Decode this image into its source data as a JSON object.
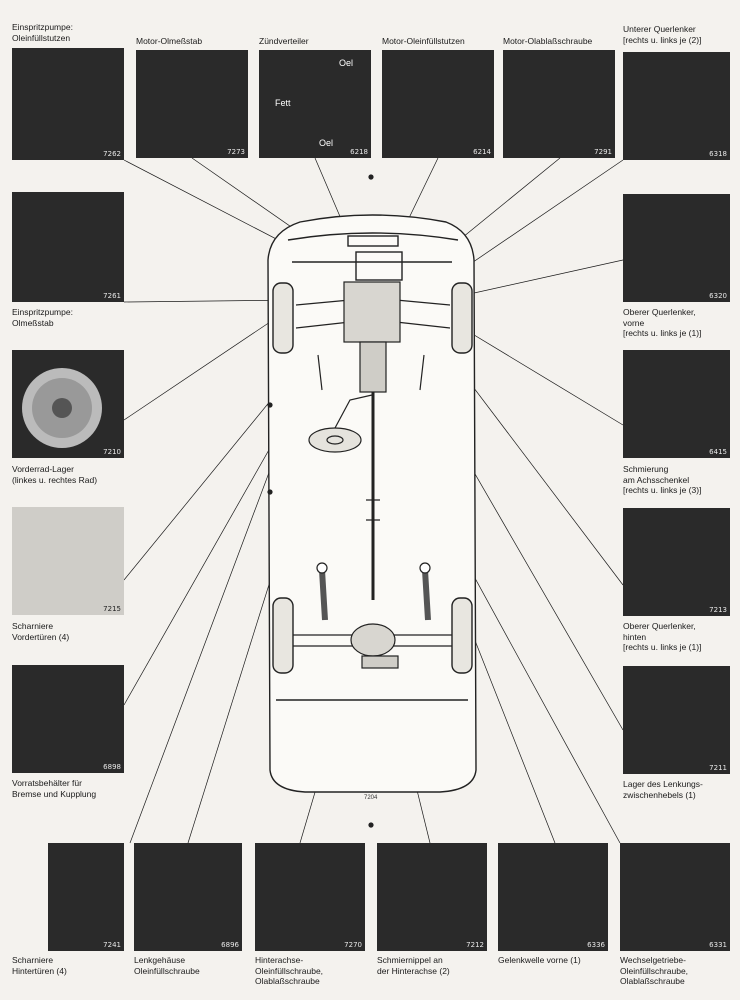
{
  "photos": [
    {
      "id": "p1",
      "num": "7262",
      "label": "Einspritzpumpe:\nOleinfüllstutzen"
    },
    {
      "id": "p2",
      "num": "7273",
      "label": "Motor-Olmeßstab"
    },
    {
      "id": "p3",
      "num": "6218",
      "label": "Zündverteiler",
      "text": [
        "Oel",
        "Fett",
        "Oel"
      ]
    },
    {
      "id": "p4",
      "num": "6214",
      "label": "Motor-Oleinfüllstutzen"
    },
    {
      "id": "p5",
      "num": "7291",
      "label": "Motor-Olablaßschraube"
    },
    {
      "id": "p6",
      "num": "6318",
      "label": "Unterer Querlenker\n[rechts u. links je (2)]"
    },
    {
      "id": "p7",
      "num": "7261",
      "label": "Einspritzpumpe:\nOlmeßstab"
    },
    {
      "id": "p8",
      "num": "6320",
      "label": "Oberer Querlenker,\nvorne\n[rechts u. links je (1)]"
    },
    {
      "id": "p9",
      "num": "7210",
      "label": "Vorderrad-Lager\n(linkes u. rechtes Rad)"
    },
    {
      "id": "p10",
      "num": "6415",
      "label": "Schmierung\nam Achsschenkel\n[rechts u. links je (3)]"
    },
    {
      "id": "p11",
      "num": "7215",
      "label": "Scharniere\nVordertüren (4)"
    },
    {
      "id": "p12",
      "num": "7213",
      "label": "Oberer Querlenker,\nhinten\n[rechts u. links je (1)]"
    },
    {
      "id": "p13",
      "num": "6898",
      "label": "Vorratsbehälter für\nBremse und Kupplung"
    },
    {
      "id": "p14",
      "num": "7211",
      "label": "Lager des Lenkungs-\nzwischenhebels (1)"
    },
    {
      "id": "p15",
      "num": "7241",
      "label": "Scharniere\nHintertüren (4)"
    },
    {
      "id": "p16",
      "num": "6896",
      "label": "Lenkgehäuse\nOleinfüllschraube"
    },
    {
      "id": "p17",
      "num": "7270",
      "label": "Hinterachse-\nOleinfüllschraube,\nOlablaßschraube"
    },
    {
      "id": "p18",
      "num": "7212",
      "label": "Schmiernippel an\nder Hinterachse (2)"
    },
    {
      "id": "p19",
      "num": "6336",
      "label": "Gelenkwelle vorne (1)"
    },
    {
      "id": "p20",
      "num": "6331",
      "label": "Wechselgetriebe-\nOleinfüllschraube,\nOlablaßschraube"
    }
  ],
  "figure_number": "7204",
  "colors": {
    "photo_dark": "#2a2a2a",
    "line": "#1a1a1a",
    "paper": "#f4f2ee"
  }
}
